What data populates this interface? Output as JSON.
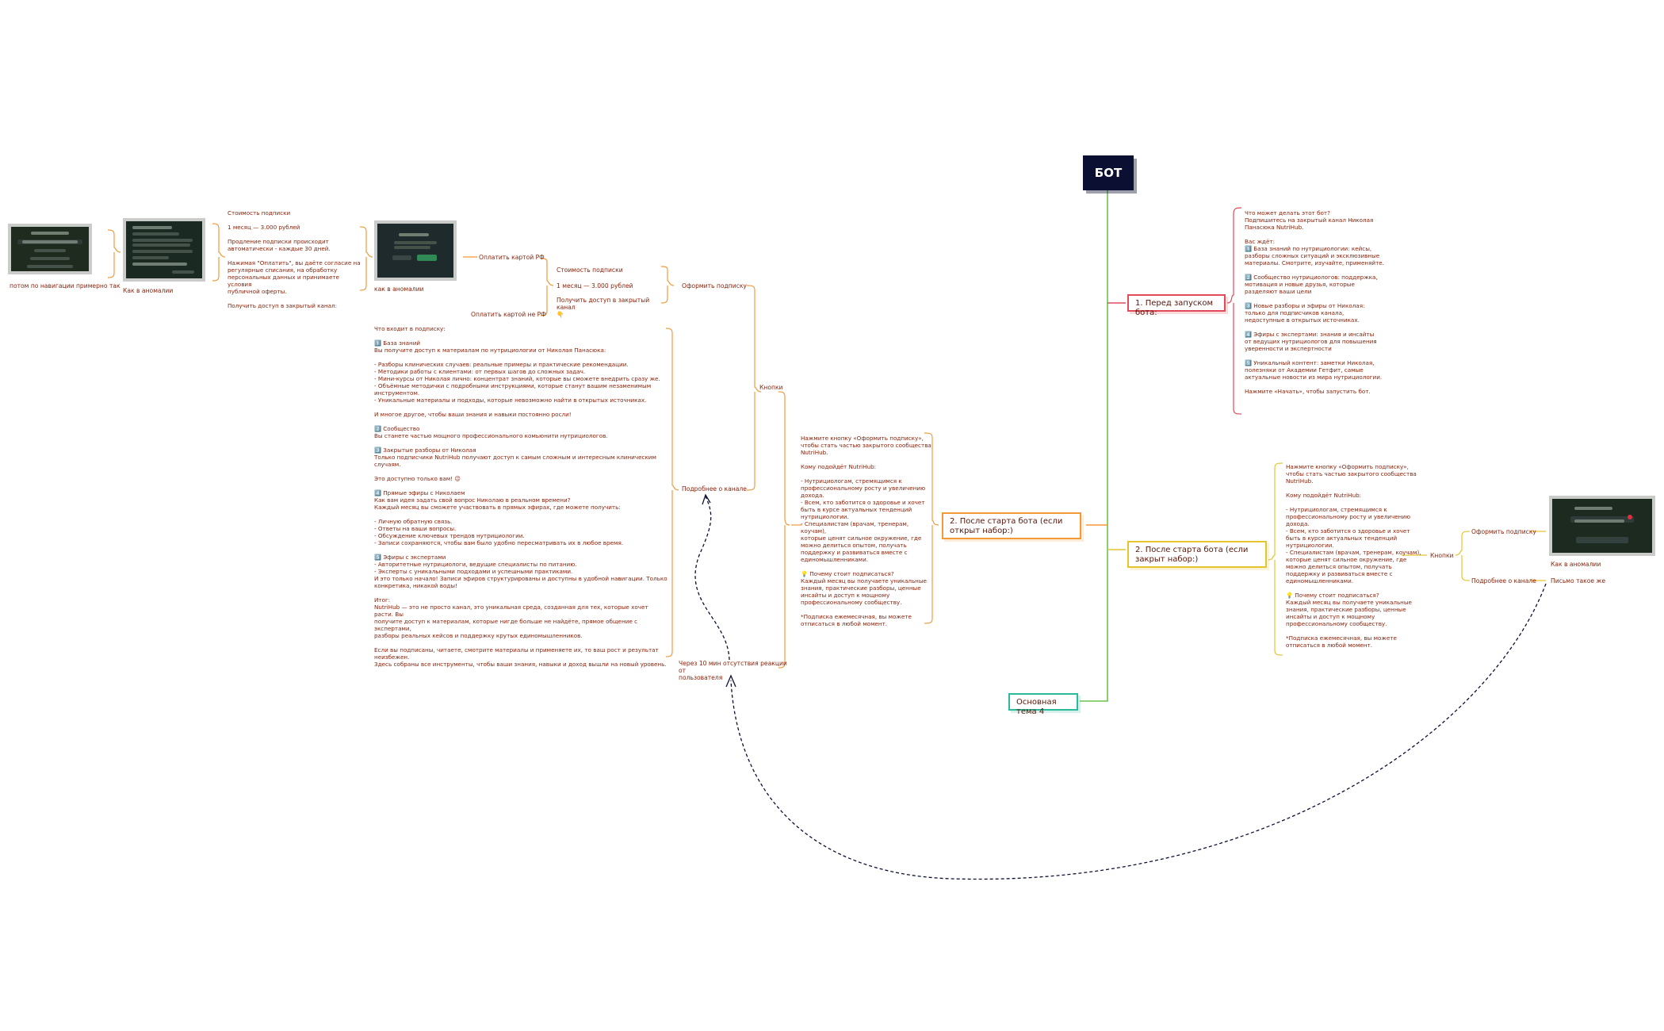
{
  "root": {
    "label": "БОТ"
  },
  "branches": {
    "before_start": "1. Перед запуском бота:",
    "after_open": "2. После старта бота (если открыт набор:)",
    "after_closed": "2. После старта бота (если закрыт набор:)",
    "main_topic_4": "Основная тема 4"
  },
  "texts": {
    "before_start_body": "Что может делать этот бот?\nПодпишитесь на закрытый канал Николая\nПанасюка NutriHub.\n\nВас ждёт:\n1️⃣ База знаний по нутрициологии: кейсы,\nразборы сложных ситуаций и эксклюзивные\nматериалы. Смотрите, изучайте, применяйте.\n\n2️⃣ Сообщество нутрициологов: поддержка,\nмотивация и новые друзья, которые\nразделяют ваши цели\n\n3️⃣ Новые разборы и эфиры от Николая:\nтолько для подписчиков канала,\nнедоступные в открытых источниках.\n\n4️⃣ Эфиры с экспертами: знания и инсайты\nот ведущих нутрициологов для повышения\nуверенности и экспертности\n\n5️⃣ Уникальный контент: заметки Николая,\nполезняки от Академии Гетфит, самые\nактуальные новости из мира нутрициологии.\n\nНажмите «Начать», чтобы запустить бот.",
    "closed_body": "Нажмите кнопку «Оформить подписку»,\nчтобы стать частью закрытого сообщества\nNutriHub.\n\nКому подойдёт NutriHub:\n\n- Нутрициологам, стремящимся к\nпрофессиональному росту и увеличению\nдохода.\n- Всем, кто заботится о здоровье и хочет\nбыть в курсе актуальных тенденций\nнутрициологии.\n- Специалистам (врачам, тренерам, коучам),\n которые ценят сильное окружение, где\nможно делиться опытом, получать\nподдержку и развиваться вместе с\nединомышленниками.\n\n💡 Почему стоит подписаться?\nКаждый месяц вы получаете уникальные\nзнания, практические разборы, ценные\nинсайты и доступ к мощному\nпрофессиональному сообществу.\n\n*Подписка ежемесячная, вы можете\nотписаться в любой момент.",
    "open_body": "Нажмите кнопку «Оформить подписку»,\nчтобы стать частью закрытого сообщества\nNutriHub.\n\nКому подойдёт NutriHub:\n\n- Нутрициологам, стремящимся к\nпрофессиональному росту и увеличению\nдохода.\n- Всем, кто заботится о здоровье и хочет\nбыть в курсе актуальных тенденций\nнутрициологии.\n- Специалистам (врачам, тренерам, коучам),\n которые ценят сильное окружение, где\nможно делиться опытом, получать\nподдержку и развиваться вместе с\nединомышленниками.\n\n💡 Почему стоит подписаться?\nКаждый месяц вы получаете уникальные\nзнания, практические разборы, ценные\nинсайты и доступ к мощному\nпрофессиональному сообществу.\n\n*Подписка ежемесячная, вы можете\nотписаться в любой момент.",
    "buttons_right": "Кнопки",
    "subscribe_right": "Оформить подписку",
    "more_right": "Подробнее о канале",
    "as_anomaly_right": "Как в аномалии",
    "letter_same": "Письмо такое же",
    "buttons_mid": "Кнопки",
    "subscribe_mid": "Оформить подписку",
    "more_mid": "Подробнее о канале",
    "after_10min": "Через 10 мин отсутствия реакции от\nпользователя",
    "price_mid": "Стоимость подписки",
    "month_mid": "1 месяц — 3.000 рублей",
    "get_access_mid": "Получить доступ в закрытый канал\n👇",
    "pay_rf": "Оплатить картой РФ",
    "pay_non_rf": "Оплатить картой не РФ",
    "as_anomaly_small": "как в аномалии",
    "price_left_block": "Стоимость подписки\n\n1 месяц — 3.000 рублей\n\nПродление подписки происходит\nавтоматически - каждые 30 дней.\n\nНажимая \"Оплатить\", вы даёте согласие на\nрегулярные списания, на обработку\nперсональных данных и принимаете условия\nпубличной оферты.\n\nПолучить доступ в закрытый канал:",
    "as_anomaly_left": "Как в аномалии",
    "nav_caption": "потом по навигации примерно так",
    "about_channel": "Что входит в подписку:\n\n1️⃣ База знаний\nВы получите доступ к  материалам по нутрициологии от Николая Панасюка:\n\n- Разборы клинических случаев: реальные примеры и практические рекомендации.\n- Методики работы с клиентами: от первых шагов до сложных задач.\n- Мини-курсы от Николая лично: концентрат знаний, которые вы сможете внедрить сразу же.\n- Объёмные методички с подробными инструкциями, которые станут вашим незаменимым\nинструментом.\n- Уникальные материалы и подходы, которые невозможно найти в открытых источниках.\n\nИ многое другое, чтобы ваши знания и навыки постоянно росли!\n\n2️⃣ Сообщество\nВы станете частью мощного профессионального комьюнити нутрициологов.\n\n3️⃣ Закрытые разборы от Николая\nТолько подписчики NutriHub получают доступ к самым сложным и интересным клиническим случаям.\n\nЭто доступно только вам! 😉\n\n4️⃣ Прямые эфиры с Николаем\nКак вам идея задать свой вопрос Николаю в реальном времени?\nКаждый месяц вы сможете участвовать в прямых эфирах, где можете получить:\n\n- Личную обратную связь.\n- Ответы на ваши вопросы.\n- Обсуждение ключевых трендов нутрициологии.\n- Записи сохраняются, чтобы вам было удобно пересматривать их в любое время.\n\n5️⃣ Эфиры с экспертами\n- Авторитетные нутрициологи, ведущие специалисты по питанию.\n- Эксперты с уникальными подходами и успешными практиками.\nИ это только начало! Записи эфиров структурированы и доступны в удобной навигации. Только\nконкретика, никакой воды!\n\nИтог:\nNutriHub — это не просто канал, это уникальная среда, созданная для тех, которые хочет расти. Вы\nполучите доступ к материалам, которые нигде больше не найдёте, прямое общение с экспертами,\nразборы реальных кейсов и поддержку крутых единомышленников.\n\nЕсли вы подписаны, читаете, смотрите материалы и применяете их, то ваш рост и результат неизбежен.\nЗдесь собраны все инструменты, чтобы ваши знания, навыки и доход вышли на новый уровень."
  },
  "colors": {
    "root_bg": "#0b1033",
    "text": "#8a1e06",
    "red": "#e14b5a",
    "orange": "#f29a38",
    "yellow": "#e6c42e",
    "teal": "#2bbb9b",
    "green_line": "#6cc24a",
    "dashed": "#0b1033"
  }
}
